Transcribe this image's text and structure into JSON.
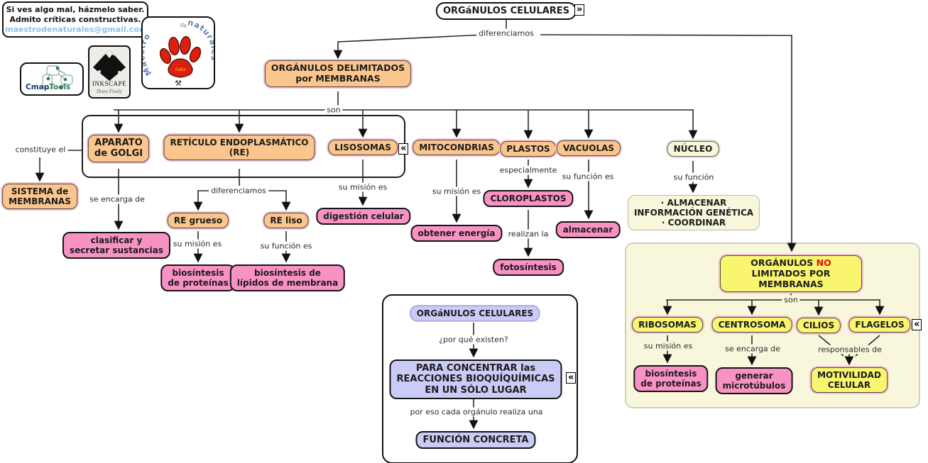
{
  "note": {
    "line1": "Si ves algo mal, házmelo saber.",
    "line2": "Admito críticas constructivas.",
    "email": "maestrodenaturales@gmail.com"
  },
  "logos": {
    "cmaptools": {
      "cmap": "Cmap",
      "tools": "Tools"
    },
    "inkscape": {
      "name": "INKSCAPE",
      "tagline": "Draw Freely"
    },
    "paw": {
      "arc_left": "Maestro",
      "arc_top": "de",
      "arc_right": "naturales",
      "pad_text": "FuKa"
    }
  },
  "icons": {
    "expand": "»",
    "collapse": "«",
    "hammers": "⚒"
  },
  "colors": {
    "orange_node": "#FBC68E",
    "pink_node": "#F992C4",
    "yellow_node": "#F9F56E",
    "pale_yellow": "#F8F7DC",
    "lavender_node": "#CBCBF7",
    "no_red": "#E51010",
    "email_blue": "#8CC2EC",
    "node_halo": "#F2C3CE"
  },
  "nodes": {
    "root": "ORGáNULOS CELULARES",
    "delimitados": "ORGÁNULOS DELIMITADOS\npor MEMBRANAS",
    "sistema": "SISTEMA de\nMEMBRANAS",
    "aparato": "APARATO\nde GOLGI",
    "reticulo": "RETÍCULO ENDOPLASMÁTICO\n(RE)",
    "lisosomas": "LISOSOMAS",
    "mitocondrias": "MITOCONDRIAS",
    "plastos": "PLASTOS",
    "vacuolas": "VACUOLAS",
    "nucleo": "NÚCLEO",
    "clasificar": "clasificar y\nsecretar sustancias",
    "re_grueso": "RE grueso",
    "re_liso": "RE liso",
    "biosintesis_proteinas": "biosíntesis\nde proteínas",
    "biosintesis_lipidos": "biosíntesis de\nlípidos de membrana",
    "digestion": "digestión celular",
    "obtener_energia": "obtener energía",
    "cloroplastos": "CLOROPLASTOS",
    "fotosintesis": "fotosíntesis",
    "almacenar": "almacenar",
    "nucleo_funcion": "· ALMACENAR\nINFORMACIÓN GENÉTICA\n· COORDINAR",
    "no_limitados_pre": "ORGÁNULOS",
    "no_limitados_no": "NO",
    "no_limitados_post": "LIMITADOS POR MEMBRANAS",
    "ribosomas": "RIBOSOMAS",
    "centrosoma": "CENTROSOMA",
    "cilios": "CILIOS",
    "flagelos": "FLAGELOS",
    "biosintesis_proteinas2": "biosíntesis\nde proteínas",
    "generar_microtubulos": "generar\nmicrotúbulos",
    "motivilidad": "MOTIVILIDAD\nCELULAR",
    "organulos2": "ORGáNULOS CELULARES",
    "para_concentrar": "PARA CONCENTRAR las\nREACCIONES BIOQUÍQUÍMICAS\nEN UN SÓLO LUGAR",
    "funcion_concreta": "FUNCIÓN CONCRETA"
  },
  "links": {
    "diferenciamos": "diferenciamos",
    "son": "son",
    "constituye_el": "constituye el",
    "se_encarga_de": "se encarga de",
    "su_mision_es": "su misión es",
    "su_funcion_es": "su función es",
    "su_funcion": "su función",
    "especialmente": "especialmente",
    "realizan_la": "realizan la",
    "responsables_de": "responsables de",
    "por_que_existen": "¿por qué existen?",
    "por_eso": "por eso cada orgánulo realiza una"
  }
}
